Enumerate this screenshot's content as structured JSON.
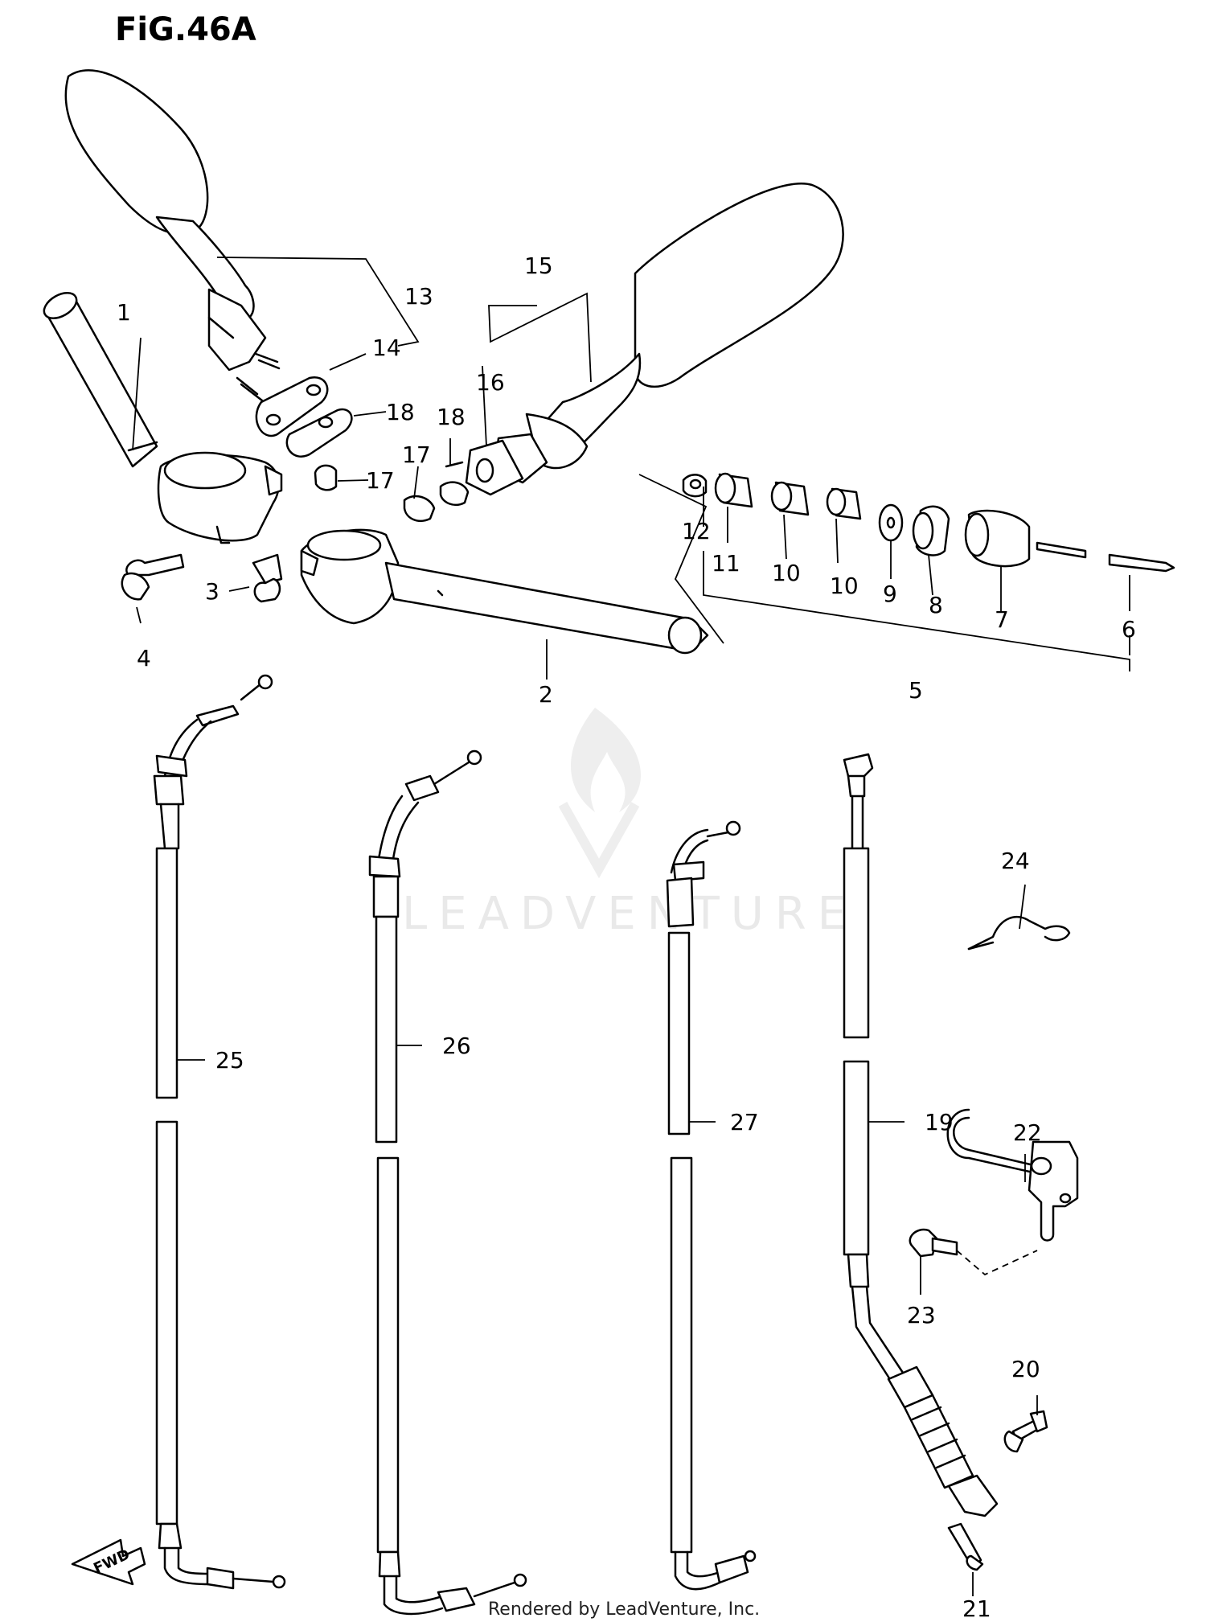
{
  "figure": {
    "title": "FiG.46A",
    "footer": "Rendered by LeadVenture, Inc.",
    "watermark": "LEADVENTURE",
    "direction_marker": "FWD"
  },
  "callouts": [
    "1",
    "2",
    "3",
    "4",
    "5",
    "6",
    "7",
    "8",
    "9",
    "10",
    "10",
    "11",
    "12",
    "13",
    "14",
    "15",
    "16",
    "17",
    "17",
    "18",
    "18",
    "19",
    "20",
    "21",
    "22",
    "23",
    "24",
    "25",
    "26",
    "27"
  ],
  "colors": {
    "line": "#000000",
    "background": "#ffffff",
    "watermark": "#e9e9e9"
  }
}
